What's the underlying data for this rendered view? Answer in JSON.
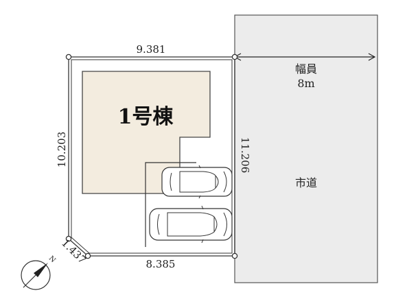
{
  "building": {
    "label": "1号棟"
  },
  "dimensions": {
    "top": "9.381",
    "left": "10.203",
    "right": "11.206",
    "bottom": "8.385",
    "corner": "1.437"
  },
  "road": {
    "width_title": "幅員",
    "width_value": "8m",
    "name": "市道"
  },
  "compass": {
    "letter": "N"
  },
  "colors": {
    "building_fill": "#f3ecdf",
    "road_fill": "#ececec",
    "line": "#333333"
  }
}
